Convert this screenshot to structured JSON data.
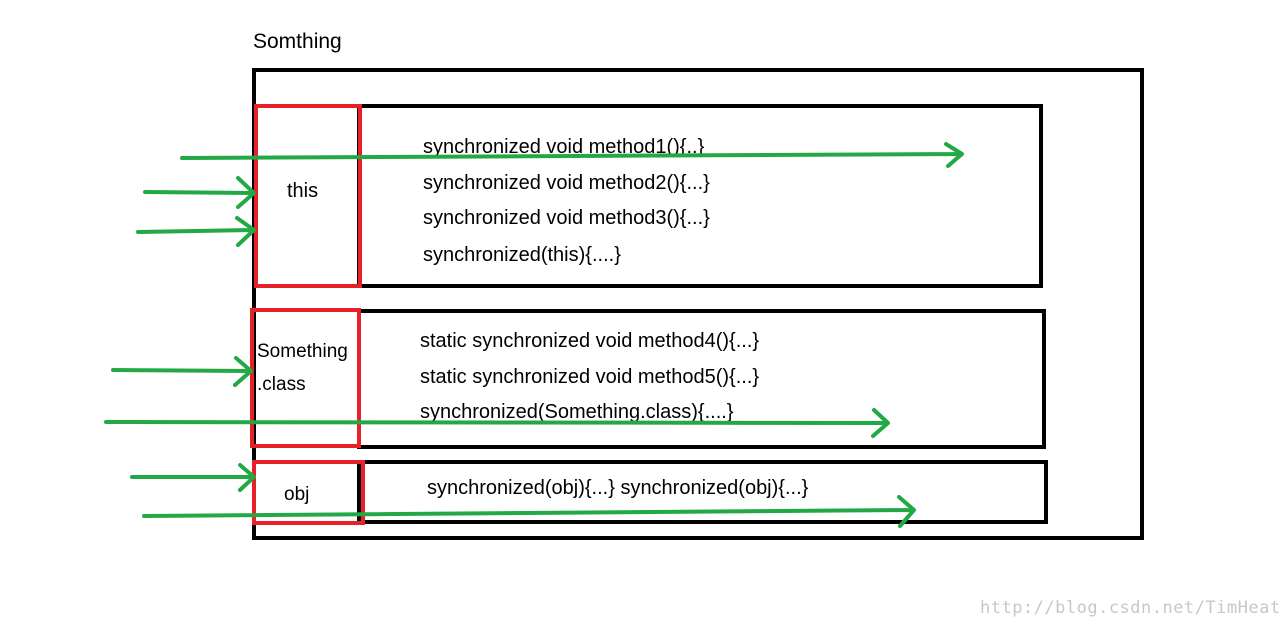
{
  "diagram": {
    "title": "Somthing",
    "groups": [
      {
        "lock": "this",
        "methods": [
          "synchronized void method1(){..}",
          "synchronized void method2(){...}",
          "synchronized void method3(){...}",
          "synchronized(this){....}"
        ]
      },
      {
        "lock_line1": "Something",
        "lock_line2": ".class",
        "methods": [
          "static synchronized void method4(){...}",
          "static synchronized void method5(){...}",
          "synchronized(Something.class){....}"
        ]
      },
      {
        "lock": "obj",
        "methods": [
          "synchronized(obj){...}  synchronized(obj){...}"
        ]
      }
    ],
    "colors": {
      "lock_border": "#e8202a",
      "arrow": "#22a845",
      "box_border": "#000000"
    }
  },
  "watermark": "http://blog.csdn.net/TimHeath"
}
